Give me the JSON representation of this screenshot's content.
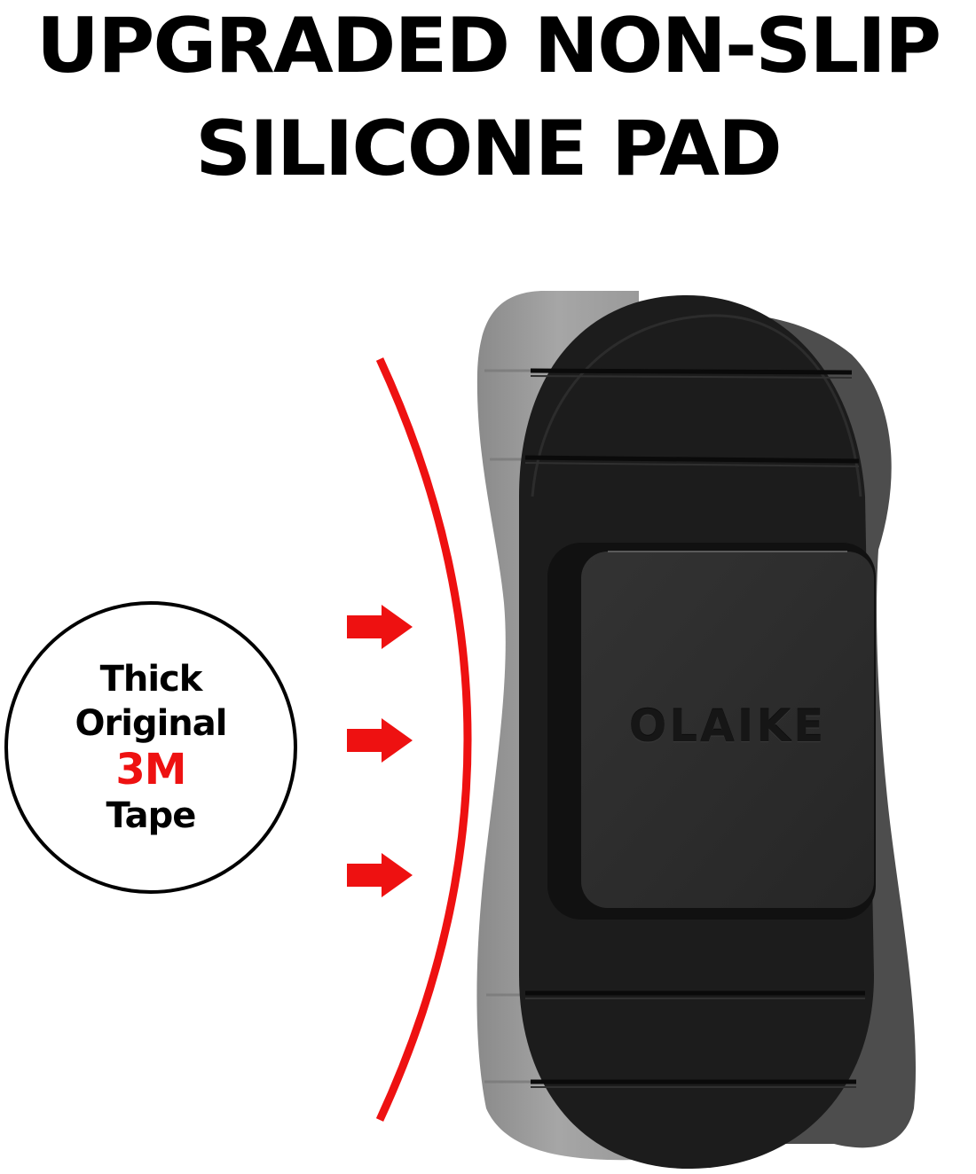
{
  "headline": {
    "line1": "UPGRADED NON-SLIP",
    "line2": "SILICONE PAD"
  },
  "badge": {
    "line1": "Thick",
    "line2": "Original",
    "line3": "3M",
    "line4": "Tape"
  },
  "product": {
    "brand_logo": "OLAIKE"
  },
  "colors": {
    "accent_red": "#ee1111",
    "text_black": "#000000",
    "pad_front": "#1c1c1c",
    "pad_back_light": "#9a9a9a",
    "pad_back_dark": "#4a4a4a"
  },
  "icons": [
    "arrow-right-icon",
    "arrow-right-icon",
    "arrow-right-icon",
    "curved-line-icon"
  ]
}
